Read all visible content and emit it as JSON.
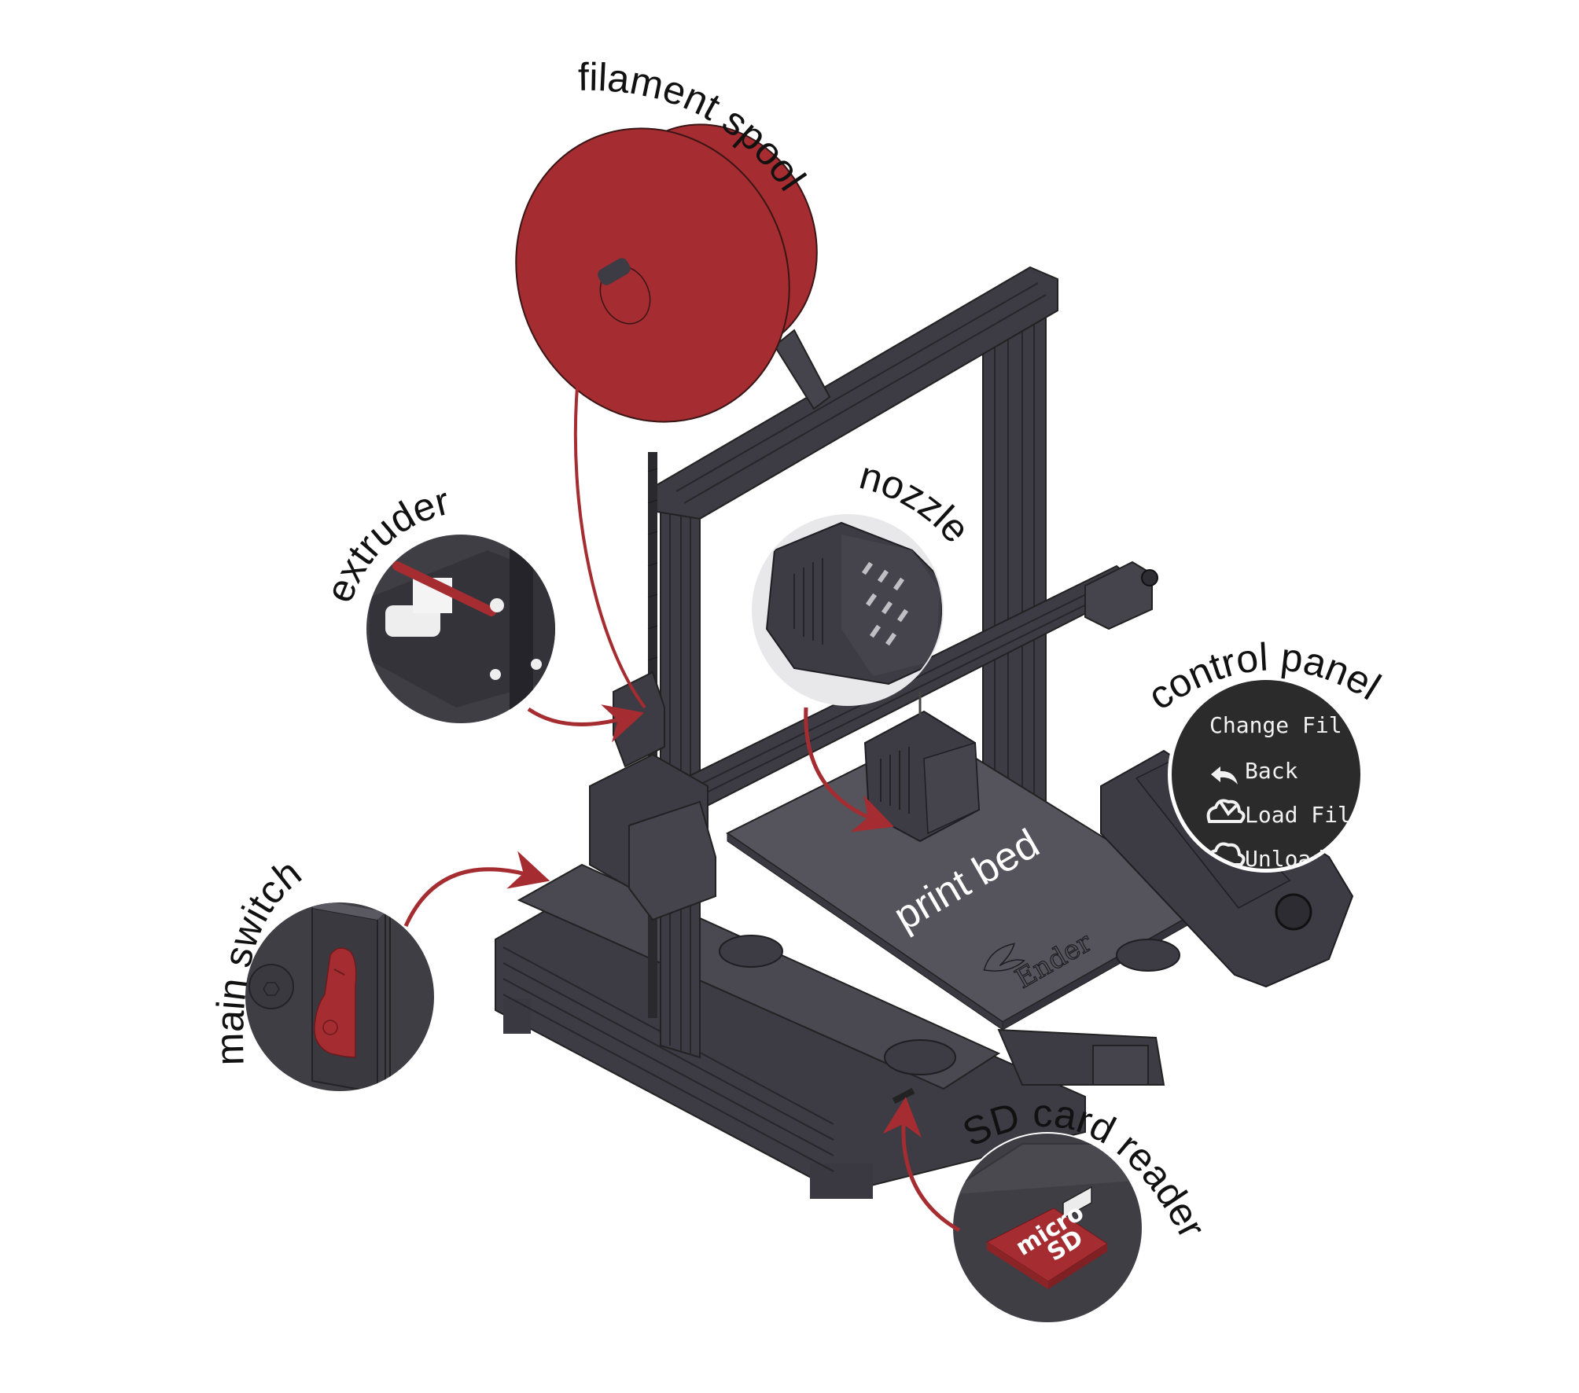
{
  "diagram": {
    "subject": "3D printer parts overview",
    "brand_mark": "Ender",
    "colors": {
      "accent_red": "#a52c30",
      "frame_dark": "#3d3b43",
      "frame_mid": "#4a4850",
      "bed": "#55535b",
      "callout_bg": "#3f3e45",
      "screen_bg": "#2b2b2b",
      "label": "#111111",
      "bed_label": "#ffffff"
    },
    "labels": {
      "filament_spool": "filament spool",
      "extruder": "extruder",
      "nozzle": "nozzle",
      "control_panel": "control panel",
      "main_switch": "main switch",
      "print_bed": "print bed",
      "sd_card_reader": "SD card reader"
    },
    "control_panel_menu": {
      "title": "Change Fil",
      "items": [
        {
          "icon": "back-arrow-icon",
          "label": "Back"
        },
        {
          "icon": "cloud-load-icon",
          "label": "Load Fil"
        },
        {
          "icon": "cloud-unload-icon",
          "label": "Unload"
        }
      ]
    },
    "sd_card": {
      "line1": "micro",
      "line2": "SD"
    },
    "switch_marks": {
      "on": "I",
      "off": "O"
    }
  }
}
